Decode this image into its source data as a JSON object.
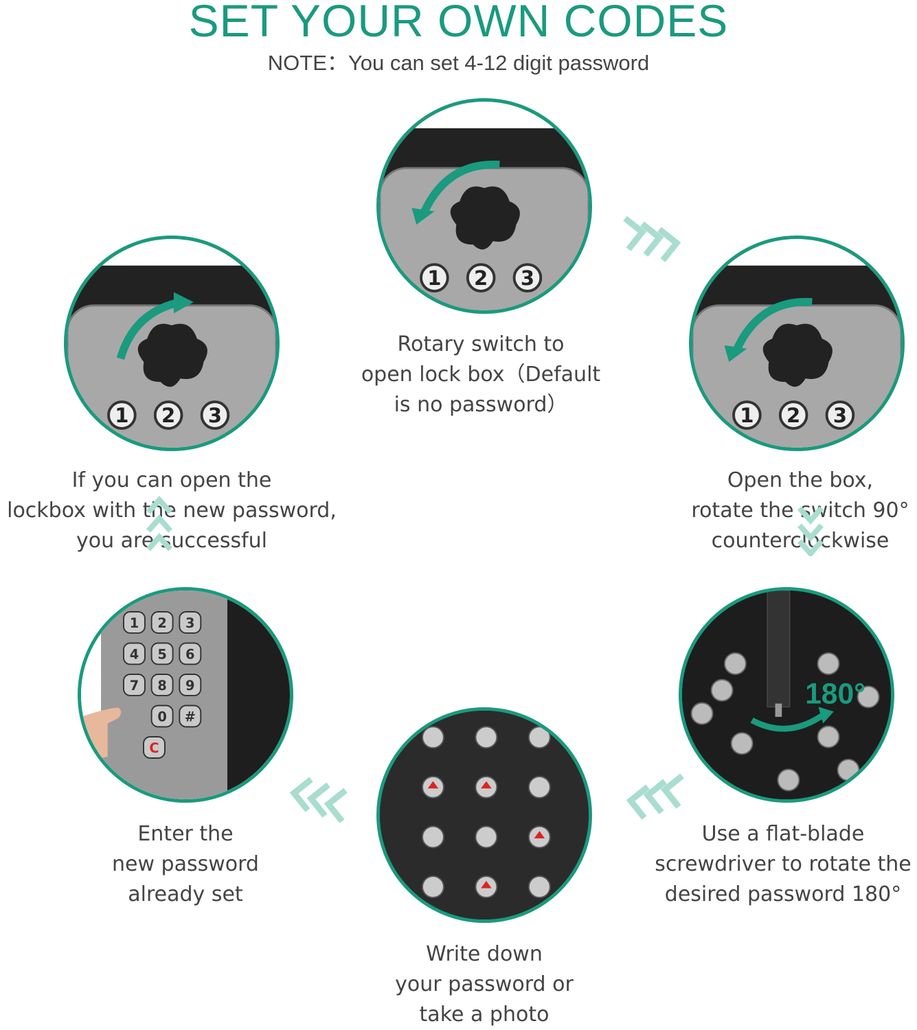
{
  "header": {
    "title": "SET YOUR OWN CODES",
    "note": "NOTE：You can set 4-12 digit password"
  },
  "colors": {
    "accent": "#1a9a7e",
    "chevron": "#a9ddd0",
    "text": "#444444"
  },
  "steps": [
    {
      "caption": "Rotary switch to\nopen lock box（Default\nis no password）",
      "image": "lockbox-knob-counterclockwise"
    },
    {
      "caption": "Open the box,\nrotate the switch 90°\ncounterclockwise",
      "image": "lockbox-knob-counterclockwise"
    },
    {
      "caption": "Use a flat-blade\nscrewdriver to rotate the\ndesired password 180°",
      "image": "screwdriver-180",
      "overlay": "180°"
    },
    {
      "caption": "Write down\nyour password or\ntake a photo",
      "image": "keypad-back"
    },
    {
      "caption": "Enter the\nnew password\nalready set",
      "image": "keypad-finger"
    },
    {
      "caption": "If you can open the\nlockbox with the new password,\nyou are successful",
      "image": "lockbox-knob-clockwise"
    }
  ],
  "buttons": [
    "1",
    "2",
    "3"
  ],
  "keypad": [
    "1",
    "2",
    "3",
    "4",
    "5",
    "6",
    "7",
    "8",
    "9",
    "0",
    "#",
    "C"
  ]
}
